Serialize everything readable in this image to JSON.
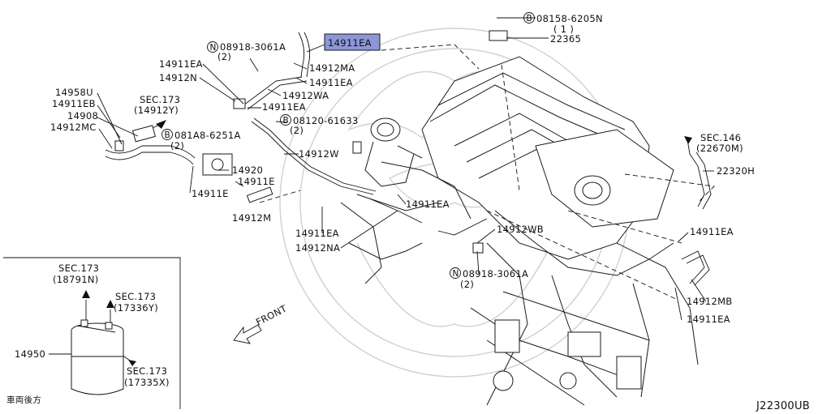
{
  "callouts": {
    "bolt_top_code": "08158-6205N",
    "bolt_top_qty": "( 1 )",
    "sensor": "22365",
    "clip_top": "14911EA",
    "nut_n_top": "08918-3061A",
    "nut_n_top_qty": "(2)",
    "left_14911ea": "14911EA",
    "hose_14912ma": "14912MA",
    "clamp_14911ea_b": "14911EA",
    "left_14912n": "14912N",
    "tube_14912wa": "14912WA",
    "clamp_14911ea_c": "14911EA",
    "l_14958u": "14958U",
    "l_14911eb": "14911EB",
    "l_14908": "14908",
    "l_14912mc": "14912MC",
    "sec173_a": "SEC.173",
    "sec173_a_ref": "(14912Y)",
    "bolt_b_mid": "08120-61633",
    "bolt_b_mid_qty": "(2)",
    "bolt_b_left": "081A8-6251A",
    "bolt_b_left_qty": "(2)",
    "l_14912w": "14912W",
    "l_14920": "14920",
    "l_14911e_a": "14911E",
    "l_14911e_b": "14911E",
    "l_14912m": "14912M",
    "l_14911ea_mid": "14911EA",
    "l_14911ea_low": "14911EA",
    "l_14912na": "14912NA",
    "l_14912wb": "14912WB",
    "nut_n_low": "08918-3061A",
    "nut_n_low_qty": "(2)",
    "sec146": "SEC.146",
    "sec146_ref": "(22670M)",
    "l_22320h": "22320H",
    "l_14911ea_right": "14911EA",
    "l_14912mb": "14912MB",
    "l_14911ea_right2": "14911EA",
    "front": "FRONT",
    "circle_b": "B",
    "circle_n": "N"
  },
  "inset": {
    "sec173_top": "SEC.173",
    "sec173_top_ref": "(18791N)",
    "sec173_mid": "SEC.173",
    "sec173_mid_ref": "(17336Y)",
    "l_14950": "14950",
    "sec173_low": "SEC.173",
    "sec173_low_ref": "(17335X)",
    "caption": "車両後方"
  },
  "diagram_id": "J22300UB",
  "colors": {
    "highlight": "#8c96d8",
    "ink": "#111111"
  }
}
